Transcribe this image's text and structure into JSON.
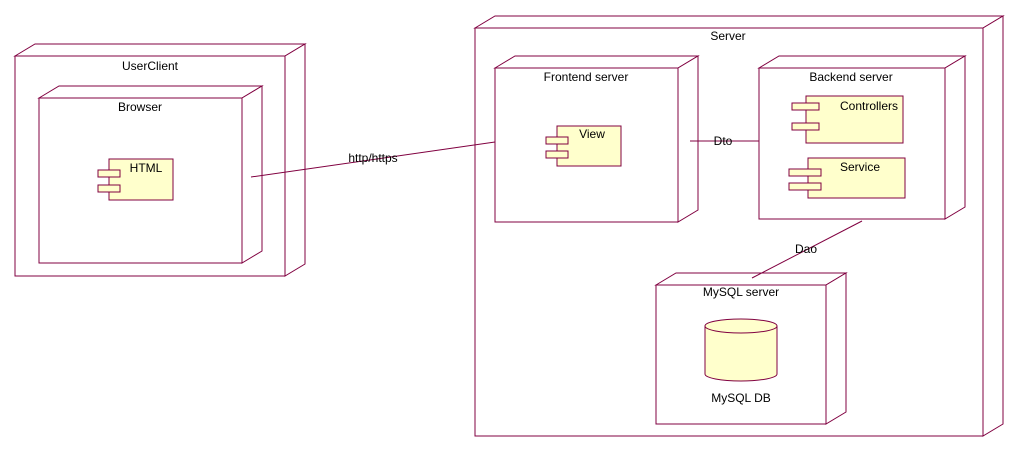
{
  "colors": {
    "stroke": "#800040",
    "component_fill": "#ffffcc",
    "background": "#ffffff"
  },
  "nodes": {
    "userclient": "UserClient",
    "browser": "Browser",
    "server": "Server",
    "frontend": "Frontend server",
    "backend": "Backend server",
    "mysql_server": "MySQL server"
  },
  "components": {
    "html": "HTML",
    "view": "View",
    "controllers": "Controllers",
    "service": "Service"
  },
  "database": {
    "label": "MySQL DB",
    "icon": "database-cylinder-icon"
  },
  "connections": {
    "browser_frontend": "http/https",
    "frontend_backend": "Dto",
    "backend_mysql": "Dao"
  }
}
